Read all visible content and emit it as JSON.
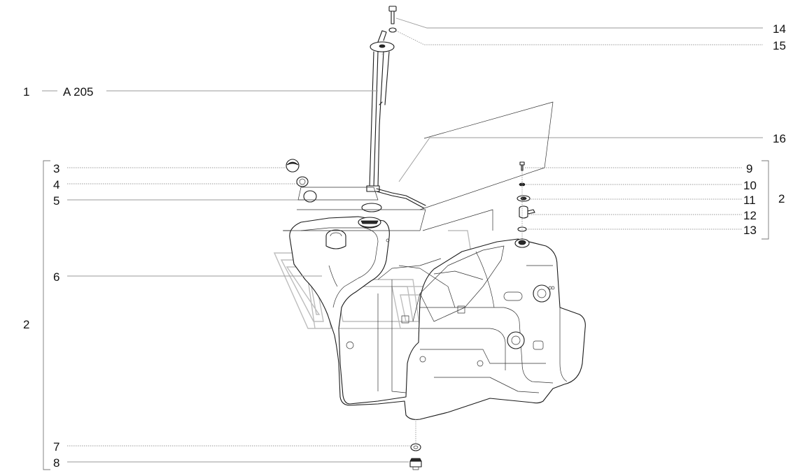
{
  "callouts": {
    "c1": "1",
    "c1_ref": "A 205",
    "c2_left": "2",
    "c2_right": "2",
    "c3": "3",
    "c4": "4",
    "c5": "5",
    "c6": "6",
    "c7": "7",
    "c8": "8",
    "c9": "9",
    "c10": "10",
    "c11": "11",
    "c12": "12",
    "c13": "13",
    "c14": "14",
    "c15": "15",
    "c16": "16"
  },
  "colors": {
    "ink": "#1a1a1a",
    "leader": "#999999",
    "watermark": "#bdbdbd",
    "background": "#ffffff"
  }
}
